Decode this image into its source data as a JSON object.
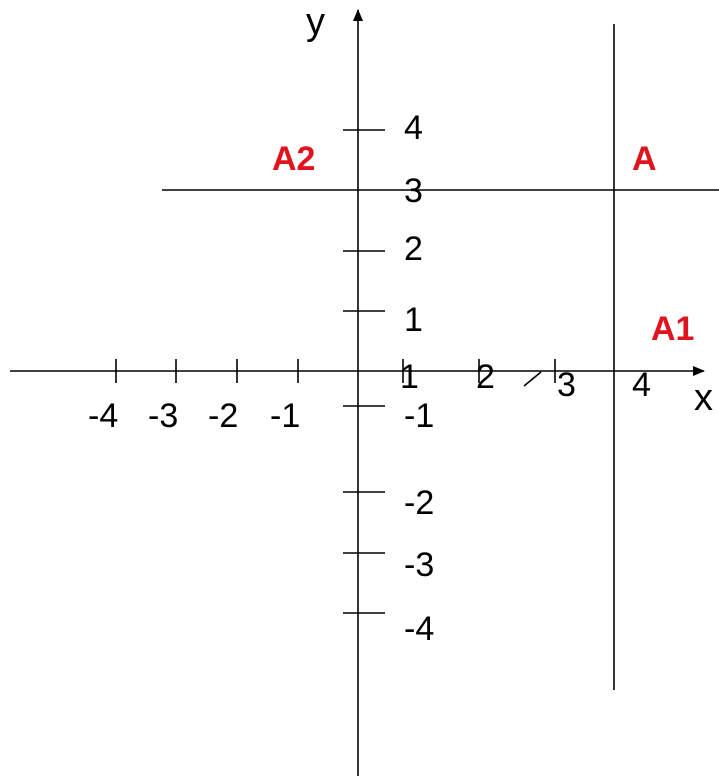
{
  "axes": {
    "x_name": "x",
    "y_name": "y"
  },
  "x_ticks": [
    {
      "value": -4,
      "label": "-4"
    },
    {
      "value": -3,
      "label": "-3"
    },
    {
      "value": -2,
      "label": "-2"
    },
    {
      "value": -1,
      "label": "-1"
    },
    {
      "value": 1,
      "label": "1"
    },
    {
      "value": 2,
      "label": "2"
    },
    {
      "value": 3,
      "label": "3"
    },
    {
      "value": 4,
      "label": "4"
    }
  ],
  "y_ticks": [
    {
      "value": 4,
      "label": "4"
    },
    {
      "value": 3,
      "label": "3"
    },
    {
      "value": 2,
      "label": "2"
    },
    {
      "value": 1,
      "label": "1"
    },
    {
      "value": -1,
      "label": "-1"
    },
    {
      "value": -2,
      "label": "-2"
    },
    {
      "value": -3,
      "label": "-3"
    },
    {
      "value": -4,
      "label": "-4"
    }
  ],
  "points": [
    {
      "name": "A",
      "label": "A",
      "color": "#e0141e"
    },
    {
      "name": "A1",
      "label": "A1",
      "color": "#e0141e"
    },
    {
      "name": "A2",
      "label": "A2",
      "color": "#e0141e"
    }
  ],
  "colors": {
    "axis": "#000000",
    "point_label": "#e0141e"
  }
}
